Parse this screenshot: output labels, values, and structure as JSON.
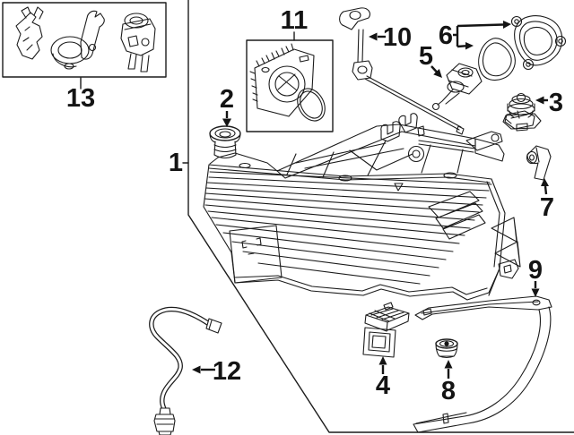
{
  "figure": {
    "kind": "exploded-parts-line-diagram",
    "colors": {
      "background": "#ffffff",
      "line": "#1c1c1c",
      "label": "#141414"
    },
    "callouts": {
      "c1": "1",
      "c2": "2",
      "c3": "3",
      "c4": "4",
      "c5": "5",
      "c6": "6",
      "c7": "7",
      "c8": "8",
      "c9": "9",
      "c10": "10",
      "c11": "11",
      "c12": "12",
      "c13": "13"
    }
  }
}
